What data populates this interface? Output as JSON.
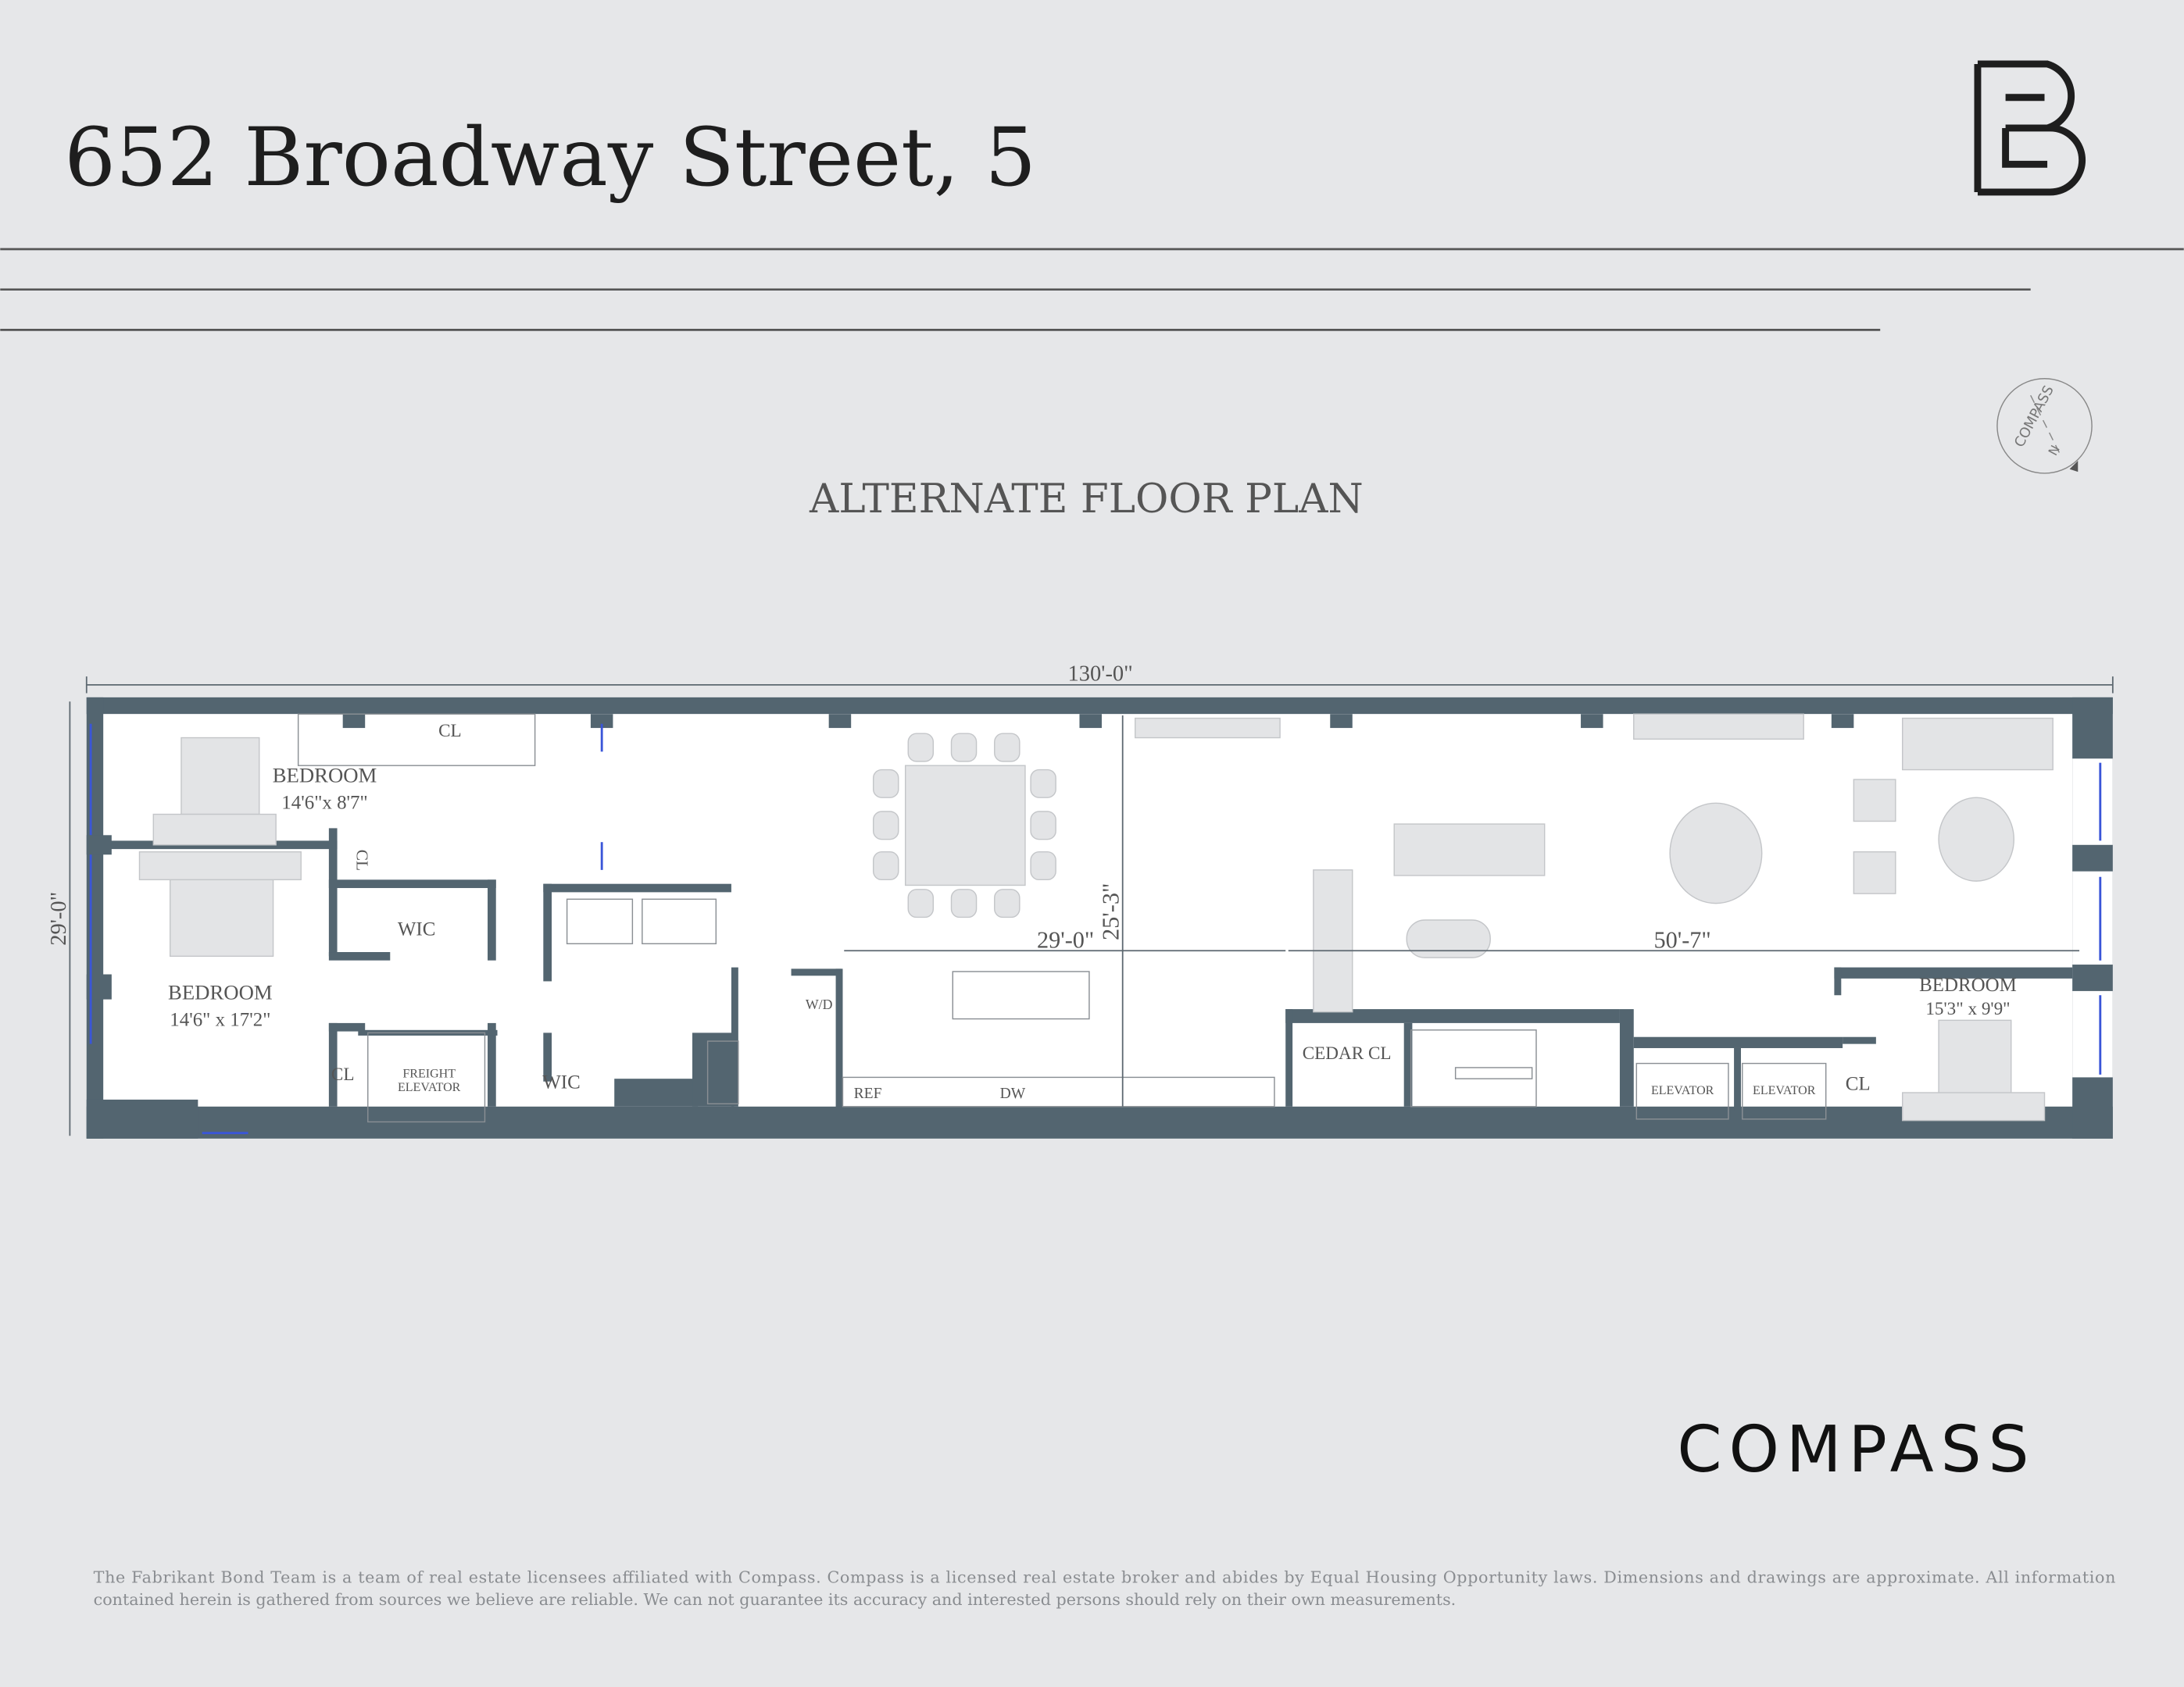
{
  "header": {
    "title": "652 Broadway Street, 5",
    "logo": "FB monogram logo"
  },
  "compass_rose": {
    "label": "COMPASS",
    "north": "N"
  },
  "plan": {
    "title": "ALTERNATE FLOOR PLAN",
    "dimensions": {
      "overall_width": "130'-0\"",
      "overall_depth": "29'-0\"",
      "living_depth": "25'-3\"",
      "dining_width": "29'-0\"",
      "living_width": "50'-7\""
    },
    "rooms": {
      "bedroom1": {
        "name": "BEDROOM",
        "size": "14'6\"x 8'7\""
      },
      "bedroom2": {
        "name": "BEDROOM",
        "size": "14'6\" x 17'2\""
      },
      "bedroom3": {
        "name": "BEDROOM",
        "size": "15'3\" x 9'9\""
      },
      "cl_top": "CL",
      "cl_small": "CL",
      "cl_left": "CL",
      "cl_right": "CL",
      "wic1": "WIC",
      "wic2": "WIC",
      "freight_elevator_1": "FREIGHT",
      "freight_elevator_2": "ELEVATOR",
      "wd": "W/D",
      "ref": "REF",
      "dw": "DW",
      "cedar_cl": "CEDAR CL",
      "elevator1": "ELEVATOR",
      "elevator2": "ELEVATOR"
    },
    "colors": {
      "walls": "#536570",
      "windows": "#3a56d8",
      "furniture": "#e3e4e6"
    }
  },
  "footer": {
    "brand": "COMPASS",
    "disclaimer_line1": "The Fabrikant Bond Team is a team of real estate licensees affiliated with Compass. Compass is a licensed real estate broker and abides by Equal Housing Opportunity laws. Dimensions and drawings are approximate. All information",
    "disclaimer_line2": "contained herein is gathered from sources we believe are reliable. We can not guarantee its accuracy and interested persons should rely on their own measurements."
  }
}
